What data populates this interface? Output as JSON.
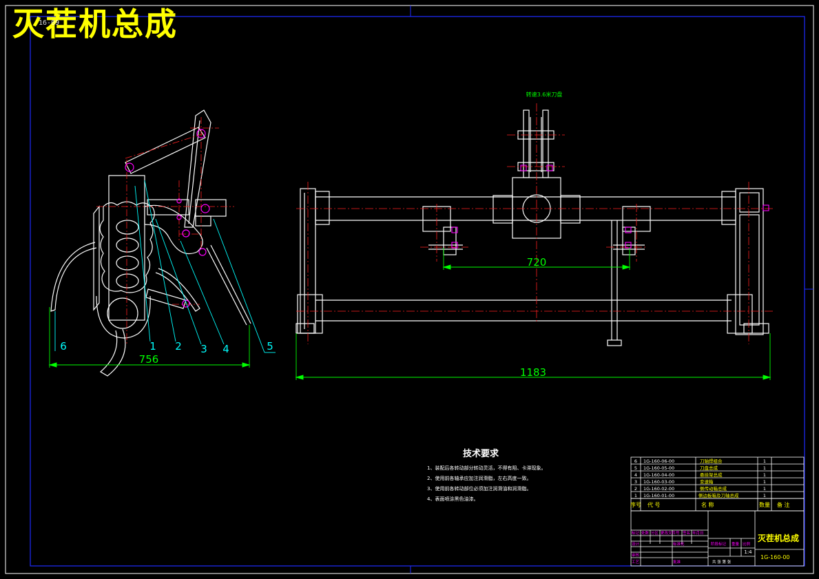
{
  "drawing_title": "灭茬机总成",
  "title_code": "16-09",
  "top_note": "转速3.6米刀盘",
  "dimensions": {
    "d756": "756",
    "d720": "720",
    "d1183": "1183"
  },
  "balloons": [
    "1",
    "2",
    "3",
    "4",
    "5",
    "6"
  ],
  "tech_requirements": {
    "heading": "技术要求",
    "items": [
      "1、装配后各转动部分转动灵活，不得有阻、卡滞现象。",
      "2、使用前各轴承应加注润滑脂，左右高度一致。",
      "3、使用前各转动部位必须加注润滑油和润滑脂。",
      "4、表面喷涂黑色油漆。"
    ]
  },
  "bom": {
    "rows": [
      {
        "no": "6",
        "code": "1G-160-06-00",
        "name": "刀轴焊组合",
        "qty": "1"
      },
      {
        "no": "5",
        "code": "1G-160-05-00",
        "name": "刀盘总成",
        "qty": "1"
      },
      {
        "no": "4",
        "code": "1G-160-04-00",
        "name": "悬挂架总成",
        "qty": "1"
      },
      {
        "no": "3",
        "code": "1G-160-03-00",
        "name": "变速箱",
        "qty": "1"
      },
      {
        "no": "2",
        "code": "1G-160-02-00",
        "name": "侧传动箱总成",
        "qty": "1"
      },
      {
        "no": "1",
        "code": "1G-160-01-00",
        "name": "侧边板箱及刀轴总成",
        "qty": "1"
      }
    ],
    "header": {
      "no": "序号",
      "code": "代  号",
      "name": "名       称",
      "qty": "数量",
      "note": "备 注"
    }
  },
  "title_block": {
    "name": "灭茬机总成",
    "code": "1G-160-00",
    "scale": "1:4",
    "row_labels": [
      "标记",
      "处数",
      "分区",
      "更改文件号",
      "签名",
      "年月日"
    ],
    "roles": [
      "设计",
      "审核",
      "工艺",
      "标准化",
      "批准"
    ],
    "stage_label": "阶段标记",
    "weight_label": "重量",
    "scale_label": "比例",
    "sheets": "共  张 第  张"
  },
  "colors": {
    "frame": "#1e2bff",
    "outline": "#ffffff",
    "center": "#ff2020",
    "leader": "#00ffff",
    "dim": "#00ff00",
    "part": "#ff00ff",
    "title": "#ffff00"
  }
}
